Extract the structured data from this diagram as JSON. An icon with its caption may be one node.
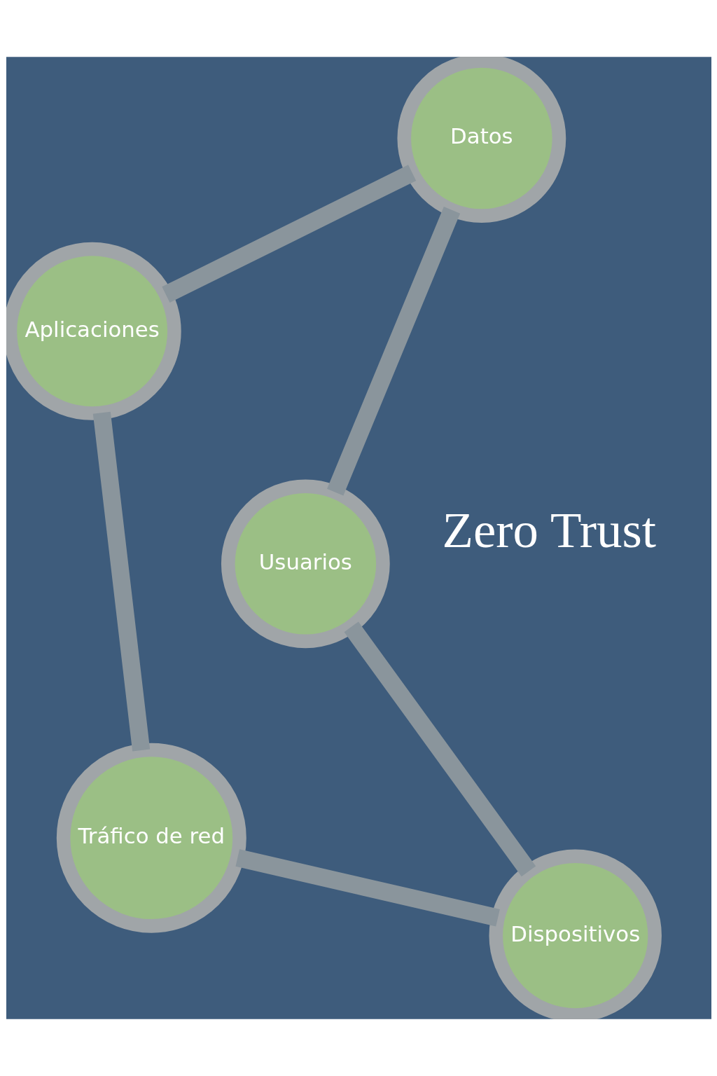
{
  "diagram": {
    "nodes": [
      {
        "text": [
          "Usuarios"
        ]
      },
      {
        "text": [
          "Dispositivos"
        ]
      },
      {
        "text": [
          "Tráfico de red"
        ]
      },
      {
        "text": [
          "Aplicaciones"
        ]
      },
      {
        "text": [
          "Datos"
        ]
      }
    ],
    "edges": [
      {
        "from": 0,
        "to": 1,
        "arrow": "none"
      },
      {
        "from": 1,
        "to": 2,
        "arrow": "none"
      },
      {
        "from": 2,
        "to": 3,
        "arrow": "none"
      },
      {
        "from": 3,
        "to": 4,
        "arrow": "none"
      },
      {
        "from": 4,
        "to": 0,
        "arrow": "none"
      }
    ],
    "labels": [
      "Zero Trust"
    ]
  }
}
